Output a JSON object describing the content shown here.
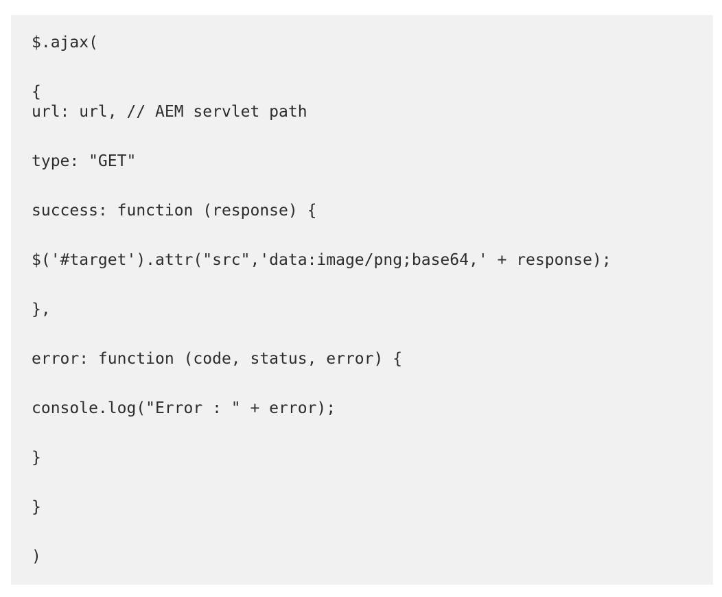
{
  "colors": {
    "page_background": "#ffffff",
    "panel_background": "#f1f1f1",
    "code_text": "#2d2d2d"
  },
  "code": {
    "language": "javascript",
    "blocks": [
      {
        "lines": [
          "$.ajax("
        ]
      },
      {
        "lines": [
          "{",
          "url: url, // AEM servlet path"
        ]
      },
      {
        "lines": [
          "type: \"GET\""
        ]
      },
      {
        "lines": [
          "success: function (response) {"
        ]
      },
      {
        "lines": [
          "$('#target').attr(\"src\",'data:image/png;base64,' + response);"
        ]
      },
      {
        "lines": [
          "},"
        ]
      },
      {
        "lines": [
          "error: function (code, status, error) {"
        ]
      },
      {
        "lines": [
          "console.log(\"Error : \" + error);"
        ]
      },
      {
        "lines": [
          "}"
        ]
      },
      {
        "lines": [
          "}"
        ]
      },
      {
        "lines": [
          ")"
        ]
      }
    ]
  }
}
